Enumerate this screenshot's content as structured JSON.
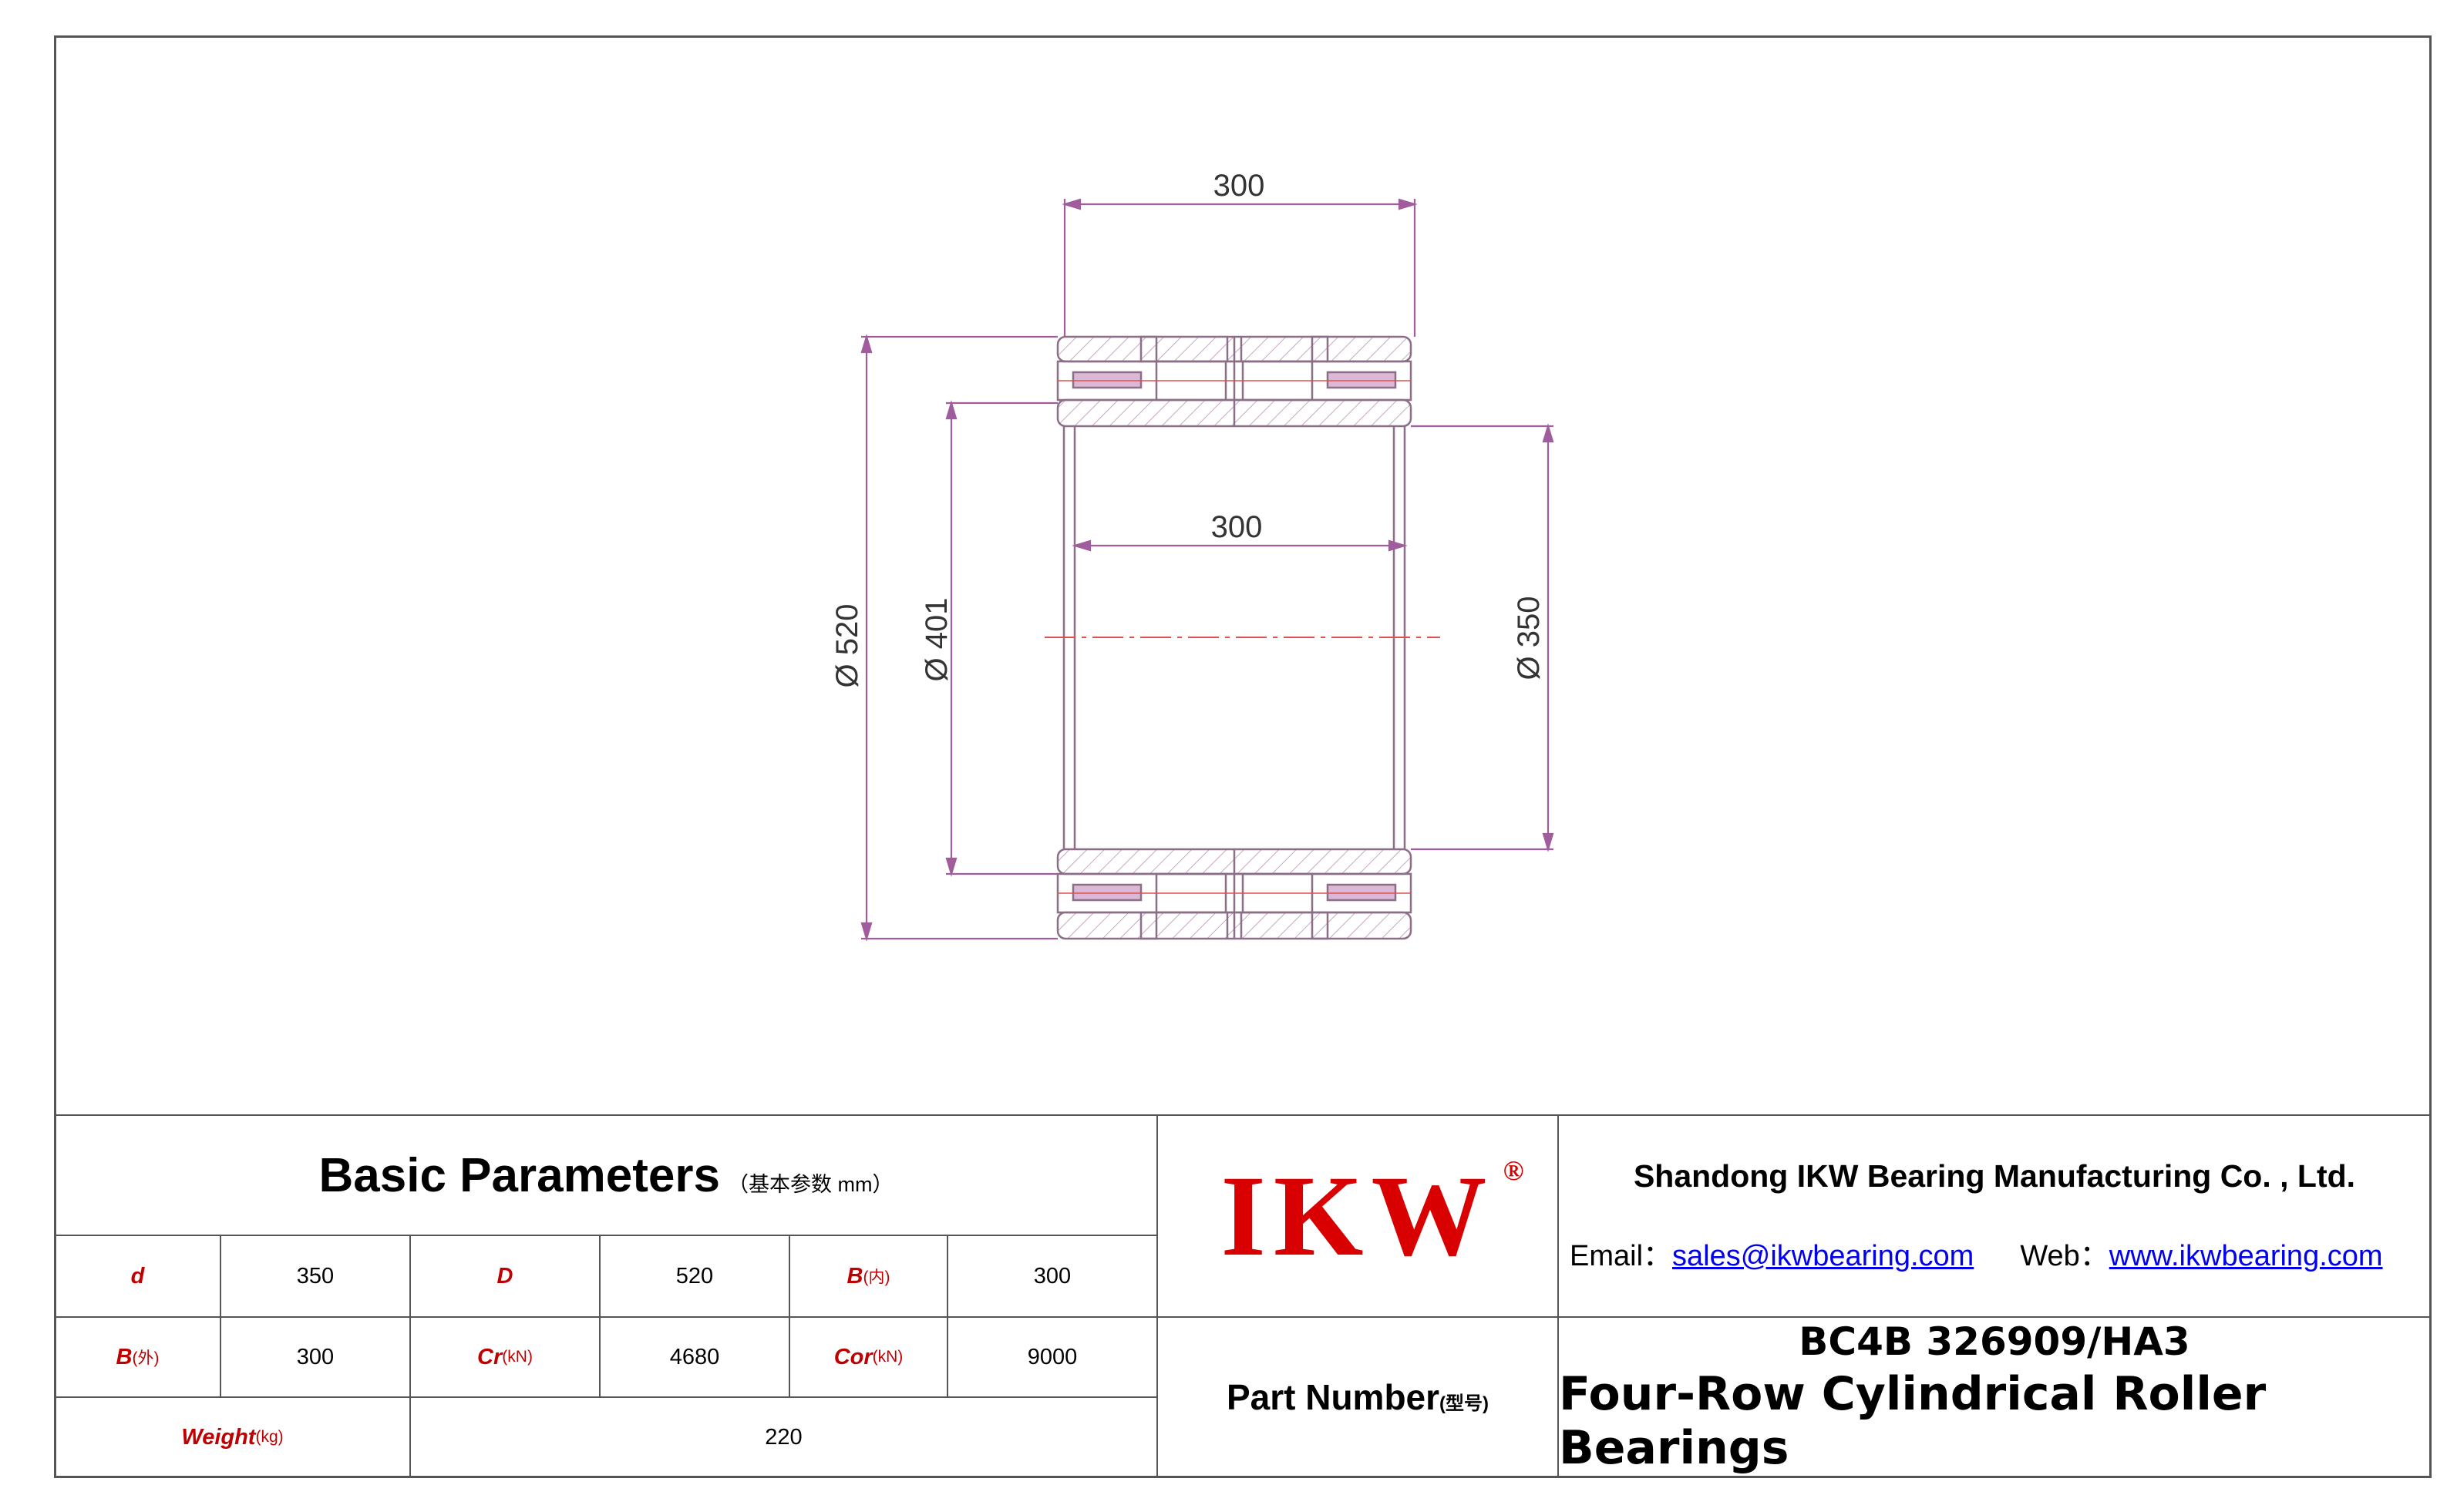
{
  "drawing": {
    "dim_top_width": "300",
    "dim_inner_width": "300",
    "dim_outer_diameter": "Ø 520",
    "dim_raceway_diameter": "Ø 401",
    "dim_bore_diameter": "Ø 350"
  },
  "params": {
    "title": "Basic Parameters",
    "subtitle": "（基本参数 mm）",
    "rows": [
      [
        {
          "label": "d",
          "unit": "",
          "value": "350"
        },
        {
          "label": "D",
          "unit": "",
          "value": "520"
        },
        {
          "label": "B",
          "unit": "(内)",
          "value": "300"
        }
      ],
      [
        {
          "label": "B",
          "unit": "(外)",
          "value": "300"
        },
        {
          "label": "Cr",
          "unit": "(kN)",
          "value": "4680"
        },
        {
          "label": "Cor",
          "unit": "(kN)",
          "value": "9000"
        }
      ]
    ],
    "weight": {
      "label": "Weight",
      "unit": "(kg)",
      "value": "220"
    }
  },
  "brand": {
    "logo": "IKW",
    "registered": "®",
    "color": "#d80000"
  },
  "company": {
    "name": "Shandong IKW Bearing Manufacturing Co. , Ltd.",
    "email_label": "Email：",
    "email": "sales@ikwbearing.com",
    "web_label": "Web：",
    "web": "www.ikwbearing.com"
  },
  "part": {
    "label": "Part Number",
    "label_cn": "(型号)",
    "number": "BC4B 326909/HA3",
    "name": "Four-Row Cylindrical Roller Bearings"
  }
}
